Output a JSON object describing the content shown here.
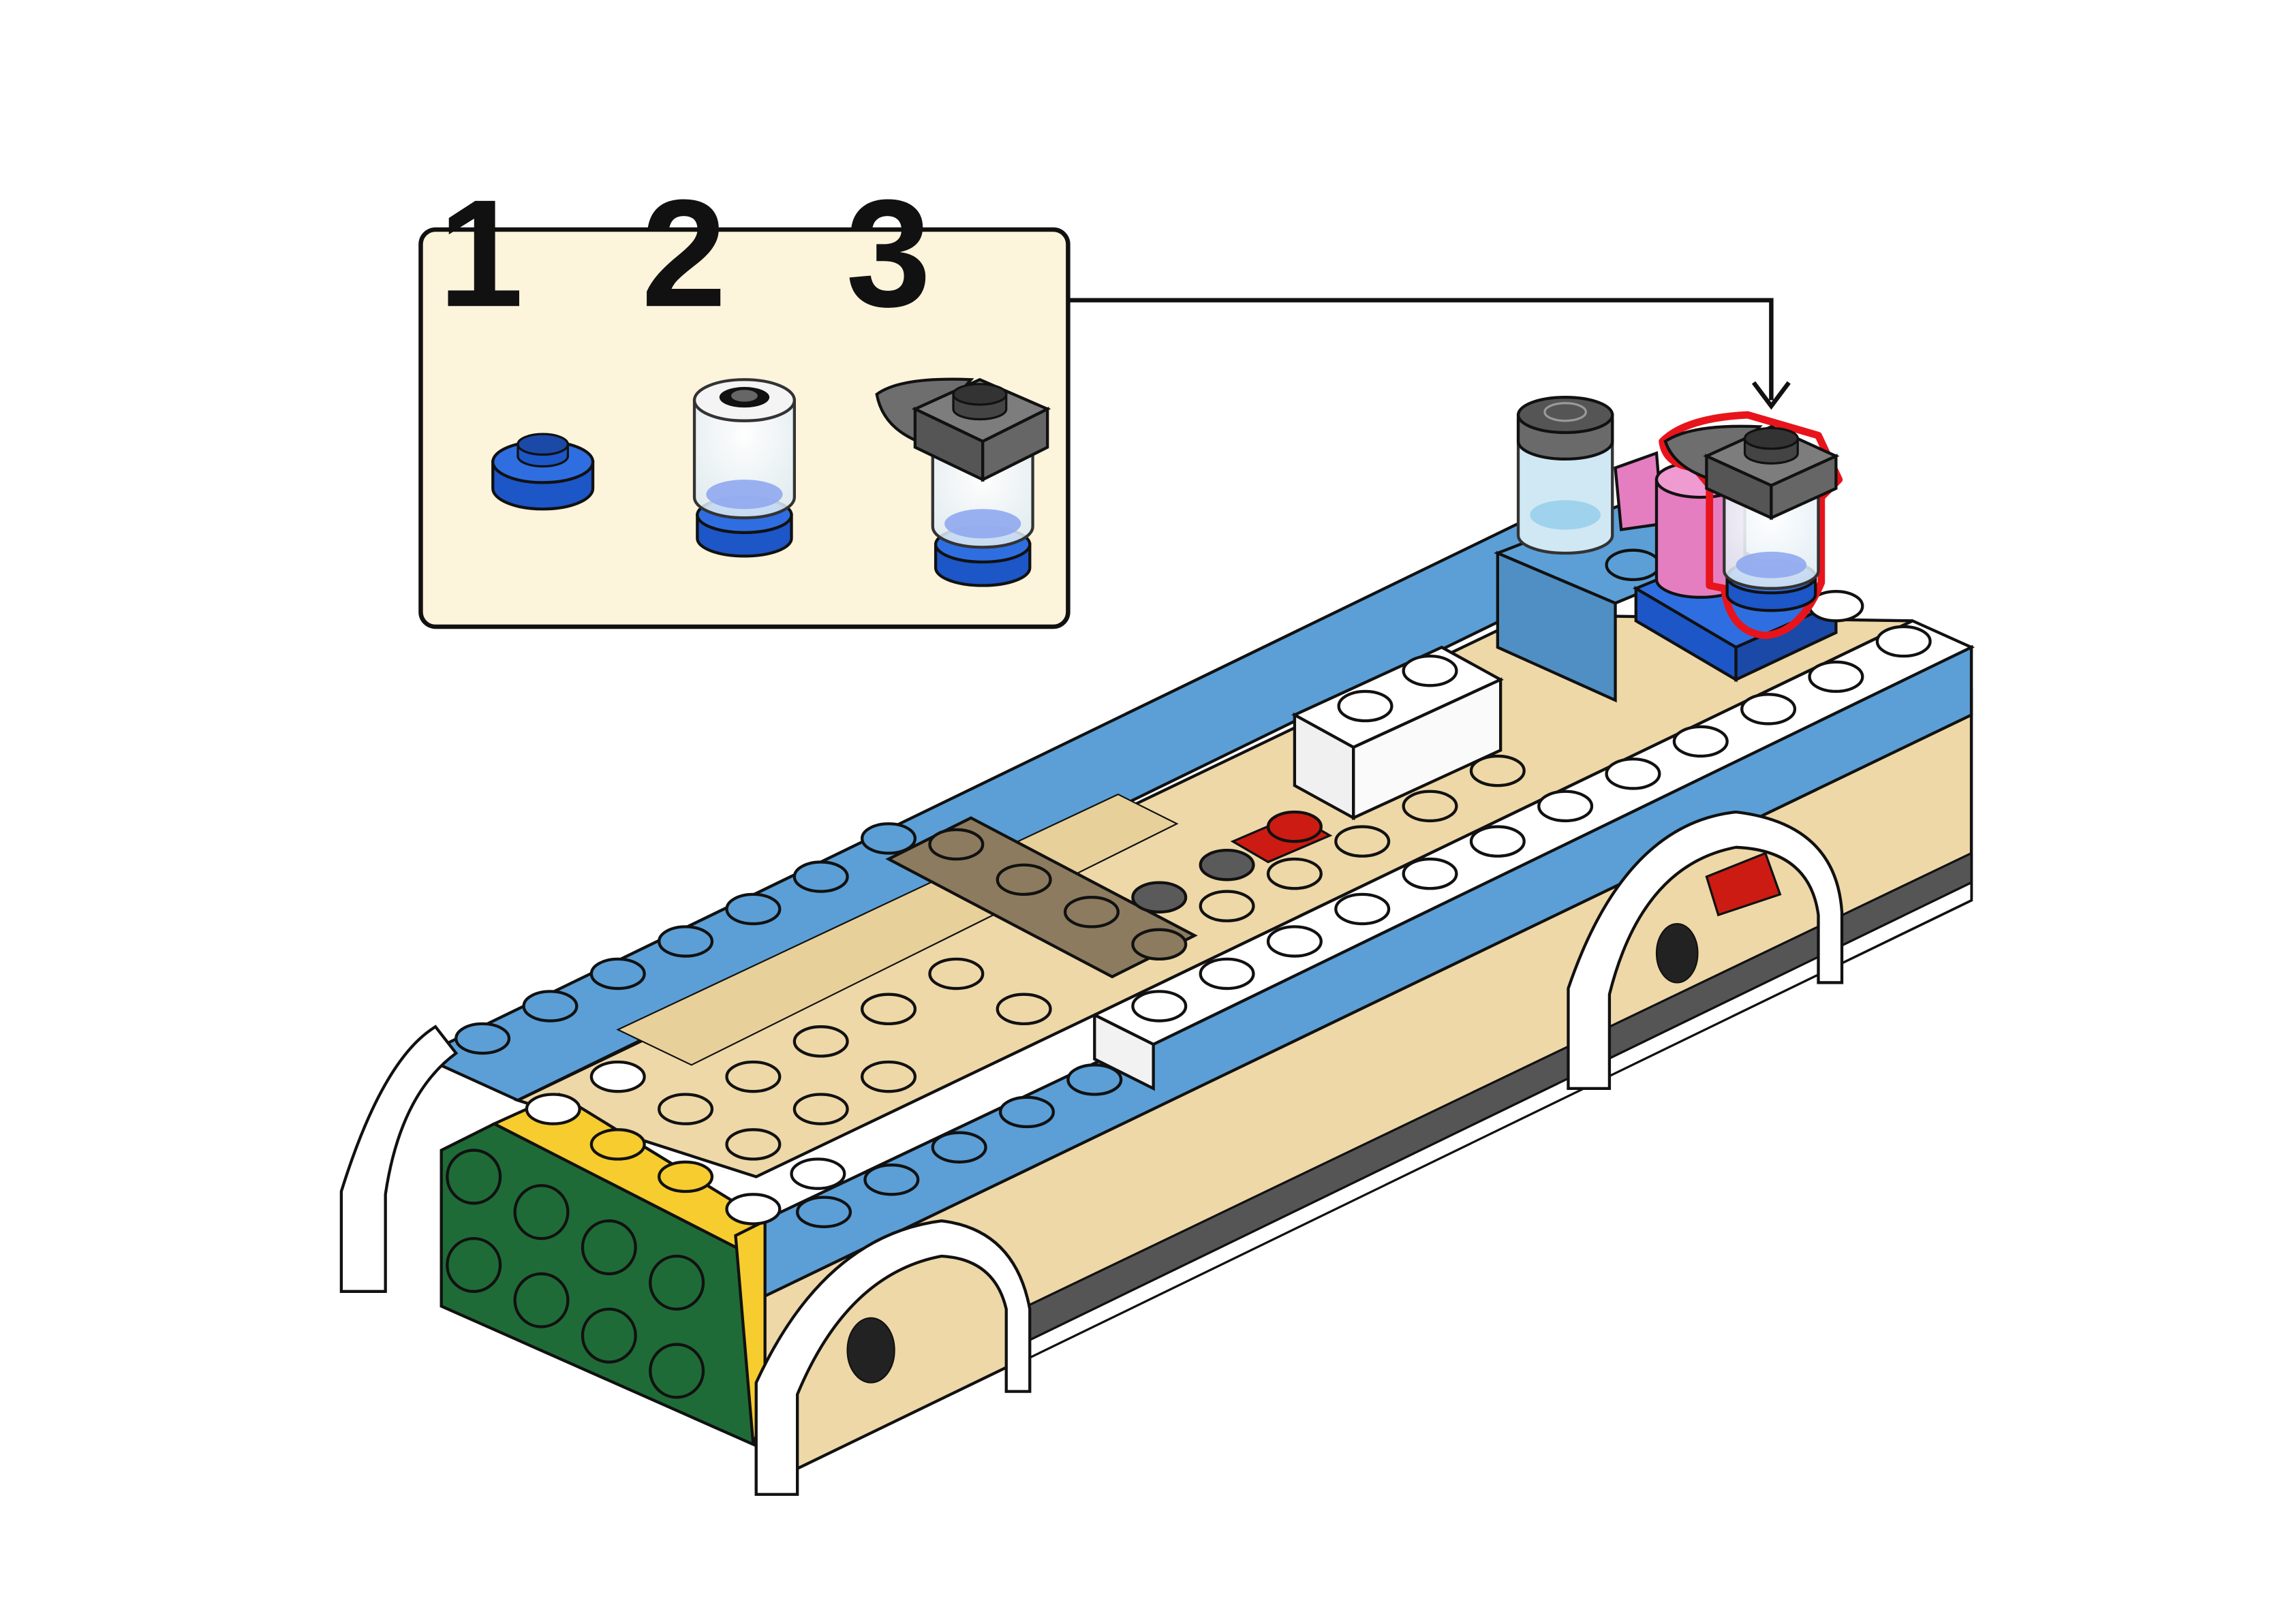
{
  "callout": {
    "background": "#fdf4dc",
    "steps": [
      {
        "label": "1",
        "part": "blue-round-plate"
      },
      {
        "label": "2",
        "part": "transparent-cylinder-on-blue-plate"
      },
      {
        "label": "3",
        "part": "grey-plate-with-fin"
      }
    ]
  },
  "colors": {
    "medium_azure": "#5b9fd6",
    "tan": "#eed8a8",
    "white": "#ffffff",
    "green": "#1f6b37",
    "yellow": "#f6cc2f",
    "blue": "#1c56c7",
    "dark_tan": "#8c7b5e",
    "red": "#cc1b12",
    "pink": "#e47ec0",
    "dark_grey": "#5a5a5a",
    "grey": "#777777",
    "highlight": "#e8141b",
    "outline": "#111111"
  }
}
